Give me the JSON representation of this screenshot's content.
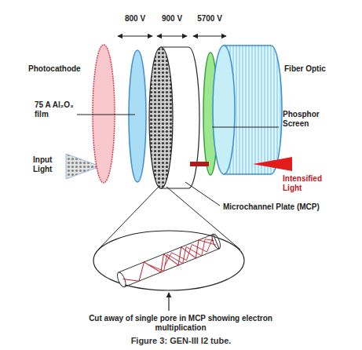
{
  "diagram": {
    "caption": "Figure 3: GEN-III I2 tube.",
    "labels": [
      "800 V",
      "900 V",
      "5700 V",
      "Photocathode",
      "Fiber Optic",
      "75 A Al₂O₃ film",
      "Input Light",
      "Phosphor Screen",
      "Intensified Light",
      "Microchannel Plate (MCP)",
      "Cut away of single pore in MCP showing electron multiplication"
    ]
  }
}
